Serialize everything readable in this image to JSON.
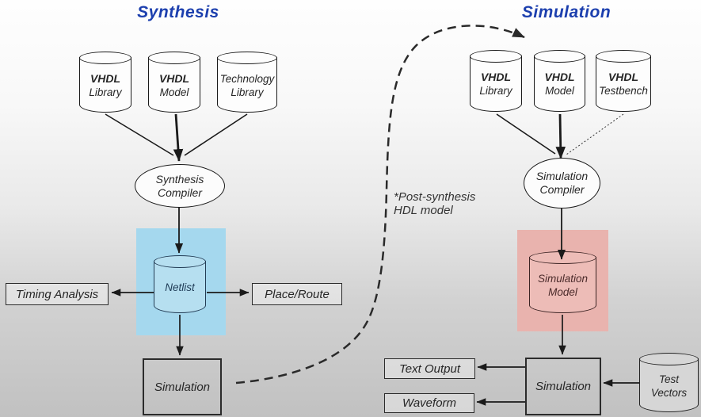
{
  "titles": {
    "left": "Synthesis",
    "right": "Simulation"
  },
  "colors": {
    "title_blue": "#1c3fae",
    "highlight_blue": "#a5d8ee",
    "highlight_pink": "#e9b3ae",
    "line": "#1a1a1a"
  },
  "synthesis": {
    "cylinders": [
      {
        "line1": "VHDL",
        "line2": "Library"
      },
      {
        "line1": "VHDL",
        "line2": "Model"
      },
      {
        "line1": "Technology",
        "line2": "Library"
      }
    ],
    "compiler": {
      "line1": "Synthesis",
      "line2": "Compiler"
    },
    "netlist_label": "Netlist",
    "timing_label": "Timing Analysis",
    "place_route_label": "Place/Route",
    "simulation_label": "Simulation"
  },
  "simulation": {
    "cylinders": [
      {
        "line1": "VHDL",
        "line2": "Library"
      },
      {
        "line1": "VHDL",
        "line2": "Model"
      },
      {
        "line1": "VHDL",
        "line2": "Testbench"
      }
    ],
    "compiler": {
      "line1": "Simulation",
      "line2": "Compiler"
    },
    "model": {
      "line1": "Simulation",
      "line2": "Model"
    },
    "simulation_label": "Simulation",
    "text_output_label": "Text Output",
    "waveform_label": "Waveform",
    "test_vectors": {
      "line1": "Test",
      "line2": "Vectors"
    }
  },
  "annotation": {
    "line1": "*Post-synthesis",
    "line2": "HDL model"
  }
}
